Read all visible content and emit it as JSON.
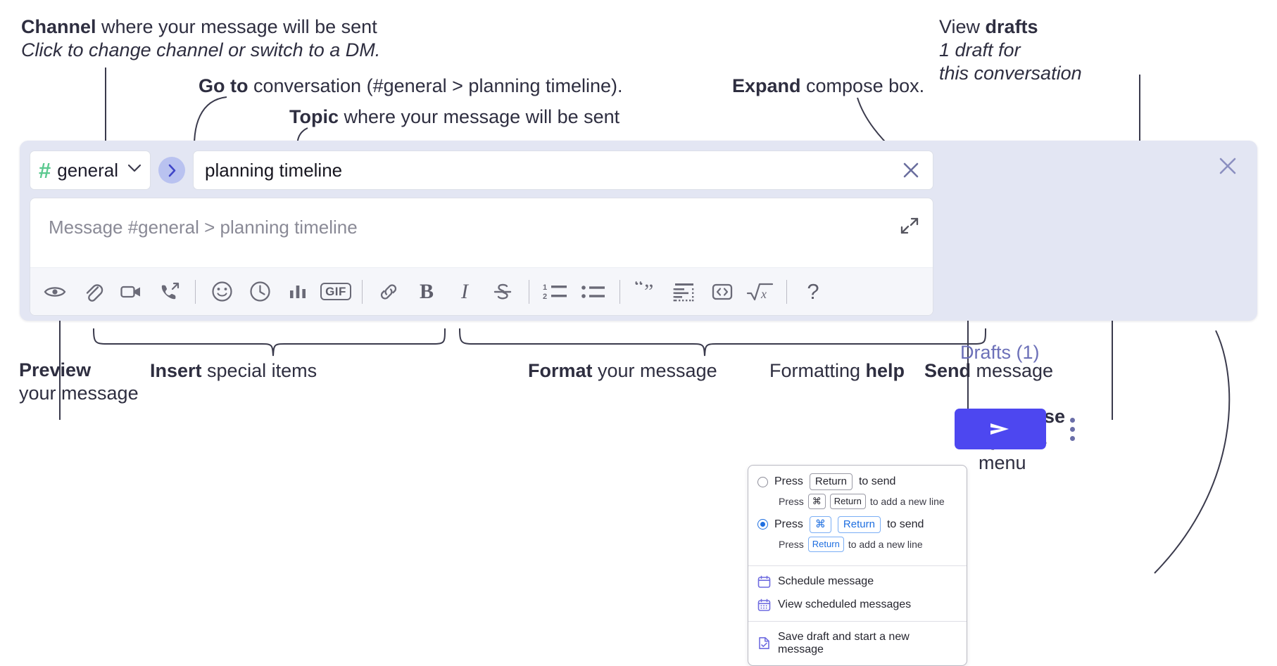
{
  "annotations": {
    "channel": {
      "bold": "Channel",
      "rest": " where your message will be sent",
      "italic": "Click to change channel or switch to a DM."
    },
    "goto": {
      "bold": "Go to",
      "rest": " conversation (#general > planning timeline)."
    },
    "topic": {
      "bold": "Topic",
      "rest": " where your message will be sent"
    },
    "expand": {
      "bold": "Expand",
      "rest": " compose box."
    },
    "drafts": {
      "plain": "View ",
      "bold": "drafts",
      "italic1": "1 draft for",
      "italic2": "this conversation"
    },
    "preview": {
      "bold": "Preview",
      "rest": "your message"
    },
    "insert": {
      "bold": "Insert",
      "rest": " special items"
    },
    "format": {
      "bold": "Format",
      "rest": " your message"
    },
    "help": {
      "plain": "Formatting ",
      "bold": "help"
    },
    "send": {
      "bold": "Send",
      "rest": " message"
    },
    "compose_options": {
      "bold1": "Compose",
      "bold2": "options",
      "rest": "menu"
    }
  },
  "compose": {
    "channel_name": "general",
    "channel_hash": "#",
    "topic_value": "planning timeline",
    "message_placeholder": "Message #general > planning timeline",
    "drafts_label": "Drafts (1)",
    "toolbar_icons": [
      "preview-eye-icon",
      "attach-paperclip-icon",
      "video-camera-icon",
      "call-huddle-icon",
      "emoji-icon",
      "schedule-clock-icon",
      "poll-bar-chart-icon",
      "gif-icon",
      "link-icon",
      "bold-icon",
      "italic-icon",
      "strikethrough-icon",
      "ordered-list-icon",
      "bulleted-list-icon",
      "blockquote-icon",
      "code-block-icon",
      "inline-code-icon",
      "math-icon",
      "formatting-help-icon"
    ],
    "gif_label": "GIF",
    "bold_label": "B",
    "italic_label": "I",
    "help_label": "?",
    "math_label": "x"
  },
  "options_menu": {
    "radio1": {
      "selected": false,
      "press": "Press",
      "key": "Return",
      "action": "to send",
      "sub_press": "Press",
      "sub_key1": "⌘",
      "sub_key2": "Return",
      "sub_action": "to add a new line"
    },
    "radio2": {
      "selected": true,
      "press": "Press",
      "key1": "⌘",
      "key2": "Return",
      "action": "to send",
      "sub_press": "Press",
      "sub_key": "Return",
      "sub_action": "to add a new line"
    },
    "items": [
      {
        "label": "Schedule message",
        "icon": "calendar-schedule-icon"
      },
      {
        "label": "View scheduled messages",
        "icon": "calendar-list-icon"
      },
      {
        "label": "Save draft and start a new message",
        "icon": "draft-save-icon"
      }
    ]
  },
  "colors": {
    "compose_bg": "#e3e6f3",
    "send_button": "#4d47f0",
    "channel_hash": "#5bc98f",
    "goto_circle": "#b9c2f0",
    "drafts_text": "#6c70b8",
    "menu_icon": "#6f6ce0",
    "radio_blue": "#1f6fe0"
  }
}
